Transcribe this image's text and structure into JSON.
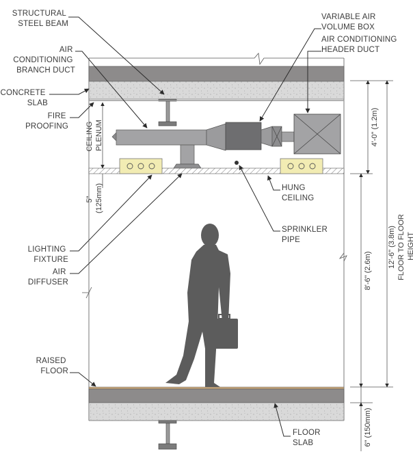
{
  "labels": {
    "structural_steel_beam": [
      "STRUCTURAL",
      "STEEL BEAM"
    ],
    "air_conditioning_branch_duct": [
      "AIR",
      "CONDITIONING",
      "BRANCH DUCT"
    ],
    "concrete_slab": [
      "CONCRETE",
      "SLAB"
    ],
    "fire_proofing": [
      "FIRE",
      "PROOFING"
    ],
    "lighting_fixture": [
      "LIGHTING",
      "FIXTURE"
    ],
    "air_diffuser": [
      "AIR",
      "DIFFUSER"
    ],
    "raised_floor": [
      "RAISED",
      "FLOOR"
    ],
    "variable_air_volume_box": [
      "VARIABLE AIR",
      "VOLUME BOX"
    ],
    "air_conditioning_header_duct": [
      "AIR CONDITIONING",
      "HEADER DUCT"
    ],
    "hung_ceiling": [
      "HUNG",
      "CEILING"
    ],
    "sprinkler_pipe": [
      "SPRINKLER",
      "PIPE"
    ],
    "floor_slab": [
      "FLOOR",
      "SLAB"
    ]
  },
  "vertical_labels": {
    "ceiling_plenum": [
      "CEILING",
      "PLENUM"
    ],
    "ceiling_offset": [
      "5\"",
      "(125mm)"
    ],
    "plenum_height": "4'-0\" (1.2m)",
    "ceiling_height": "8'-6\" (2.6m)",
    "floor_to_floor": [
      "12'-6\" (3.8m)",
      "FLOOR TO FLOOR",
      "HEIGHT"
    ],
    "slab_thickness": "6\" (150mm)"
  },
  "colors": {
    "slab_dark": "#8d8b8b",
    "concrete": "#d8d8d8",
    "duct": "#a3a3a5",
    "duct_dark": "#6e6e70",
    "light_fixture": "#f2ecb3",
    "person": "#5c5c5c"
  }
}
